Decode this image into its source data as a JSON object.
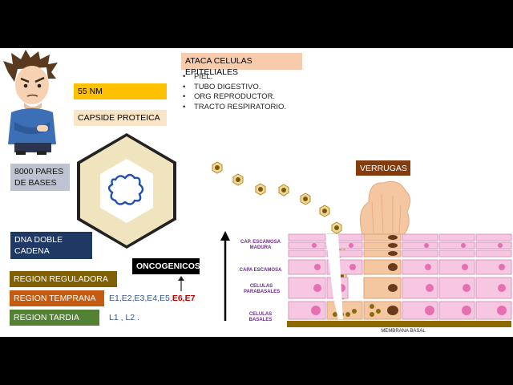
{
  "header": {
    "title": "ATACA CELULAS EPITELIALES"
  },
  "targets": [
    "PIEL.",
    "TUBO DIGESTIVO.",
    "ORG REPRODUCTOR.",
    "TRACTO RESPIRATORIO."
  ],
  "virus": {
    "size": "55 NM",
    "capsid": "CAPSIDE PROTEICA",
    "genome_size": "8000 PARES DE BASES",
    "genome_type": "DNA DOBLE CADENA CIRCULAR"
  },
  "regions": {
    "regulatory": "REGION REGULADORA",
    "early": "REGION TEMPRANA",
    "late": "REGION TARDIA"
  },
  "genes": {
    "early_normal": "E1,E2,E3,E4,E5,",
    "early_onco": "E6,E7",
    "late": "L1 , L2 ."
  },
  "oncogenic_label": "ONCOGENICOS",
  "warts_label": "VERRUGAS",
  "layers": {
    "mature": "CAP. ESCAMOSA MADURA",
    "squamous": "CAPA ESCAMOSA",
    "parabasal": "CELULAS PARABASALES",
    "basal": "CELULAS BASALES",
    "membrane": "MEMBRANA BASAL"
  },
  "colors": {
    "orange_box": "#f8cbad",
    "yellow_box": "#ffc000",
    "cream_box": "#fbe5c8",
    "grey_box": "#bdc3d0",
    "navy_box": "#1f3864",
    "olive_box": "#806000",
    "orange_dark": "#c55a11",
    "green_box": "#548235",
    "cell_pink": "#f7c6e0",
    "cell_infected": "#f4c7a1",
    "membrane": "#8c6a00"
  }
}
